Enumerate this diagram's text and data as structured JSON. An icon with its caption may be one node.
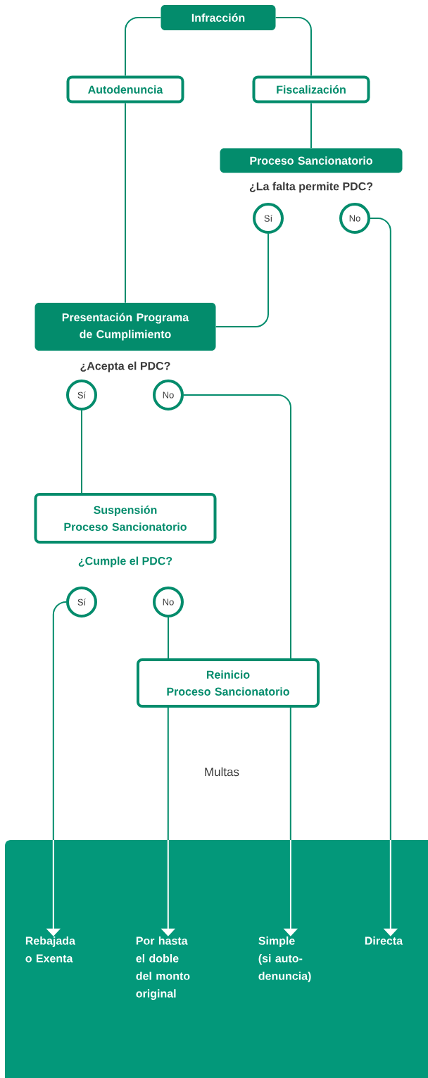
{
  "diagram": {
    "nodes": [
      {
        "text": [
          "Infracción"
        ]
      },
      {
        "text": [
          "Autodenuncia"
        ]
      },
      {
        "text": [
          "Fiscalización"
        ]
      },
      {
        "text": [
          "Proceso Sancionatorio"
        ]
      },
      {
        "text": [
          "Sí"
        ]
      },
      {
        "text": [
          "No"
        ]
      },
      {
        "text": [
          "Presentación Programa de Cumplimiento"
        ]
      },
      {
        "text": [
          "Sí"
        ]
      },
      {
        "text": [
          "No"
        ]
      },
      {
        "text": [
          "Suspensión",
          "Proceso Sancionatorio"
        ]
      },
      {
        "text": [
          "Sí"
        ]
      },
      {
        "text": [
          "No"
        ]
      },
      {
        "text": [
          "Reinicio",
          "Proceso Sancionatorio"
        ]
      },
      {
        "text": [],
        "shape": "box"
      },
      {
        "text": [
          "Rebajada o Exenta"
        ],
        "in": 13
      },
      {
        "text": [
          "Por hasta el doble del monto original"
        ],
        "in": 13
      },
      {
        "text": [
          "Simple (si auto-denuncia)"
        ],
        "in": 13
      },
      {
        "text": [
          "Directa"
        ],
        "in": 13
      }
    ],
    "edges": [
      {
        "from": 0,
        "to": 1,
        "arrow": "none"
      },
      {
        "from": 0,
        "to": 2,
        "arrow": "none"
      },
      {
        "from": 2,
        "to": 3,
        "arrow": "none"
      },
      {
        "from": 1,
        "to": 6,
        "arrow": "none"
      },
      {
        "from": 4,
        "to": 6,
        "arrow": "none"
      },
      {
        "from": 5,
        "to": 17,
        "arrow": "to"
      },
      {
        "from": 7,
        "to": 9,
        "arrow": "none"
      },
      {
        "from": 8,
        "to": 12,
        "arrow": "none"
      },
      {
        "from": 11,
        "to": 12,
        "arrow": "none"
      },
      {
        "from": 10,
        "to": 14,
        "arrow": "to"
      },
      {
        "from": 12,
        "to": 15,
        "arrow": "to"
      },
      {
        "from": 12,
        "to": 16,
        "arrow": "to"
      }
    ],
    "labels": [
      "¿La falta permite PDC?",
      "¿Acepta el PDC?",
      "¿Cumple el PDC?",
      "Multas"
    ]
  }
}
